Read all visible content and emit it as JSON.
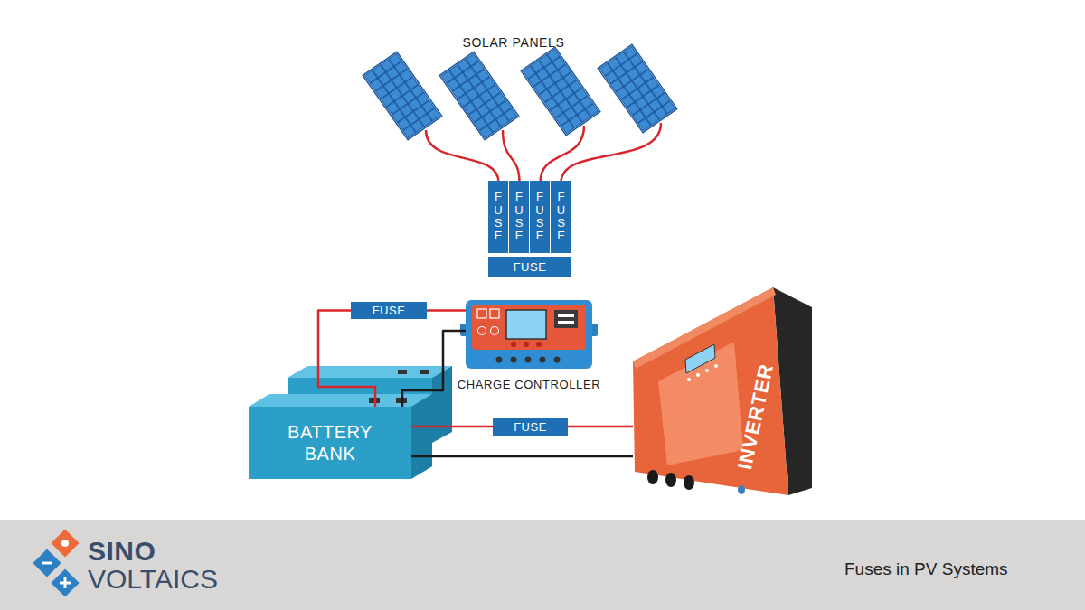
{
  "diagram": {
    "title": "SOLAR PANELS",
    "caption": "Fuses in PV Systems",
    "nodes": [
      {
        "text": [
          "FUSE"
        ]
      },
      {
        "text": [
          "FUSE"
        ],
        "in": 0
      },
      {
        "text": [
          "FUSE"
        ],
        "in": 0
      },
      {
        "text": [
          "FUSE"
        ],
        "in": 0
      },
      {
        "text": [
          "FUSE"
        ],
        "in": 0
      },
      {
        "text": [
          "FUSE"
        ]
      },
      {
        "text": [
          "CHARGE CONTROLLER"
        ]
      },
      {
        "text": [
          "BATTERY BANK"
        ]
      },
      {
        "text": [
          "FUSE"
        ]
      },
      {
        "text": [
          "INVERTER"
        ]
      }
    ],
    "edges": [
      {
        "from": 7,
        "to": 5,
        "arrow": "none"
      },
      {
        "from": 5,
        "to": 6,
        "arrow": "none"
      },
      {
        "from": 6,
        "to": 7,
        "arrow": "none"
      },
      {
        "from": 7,
        "to": 8,
        "arrow": "none"
      },
      {
        "from": 8,
        "to": 9,
        "arrow": "none"
      },
      {
        "from": 7,
        "to": 9,
        "arrow": "none"
      }
    ],
    "labels": [
      "SINO",
      "VOLTAICS"
    ]
  }
}
